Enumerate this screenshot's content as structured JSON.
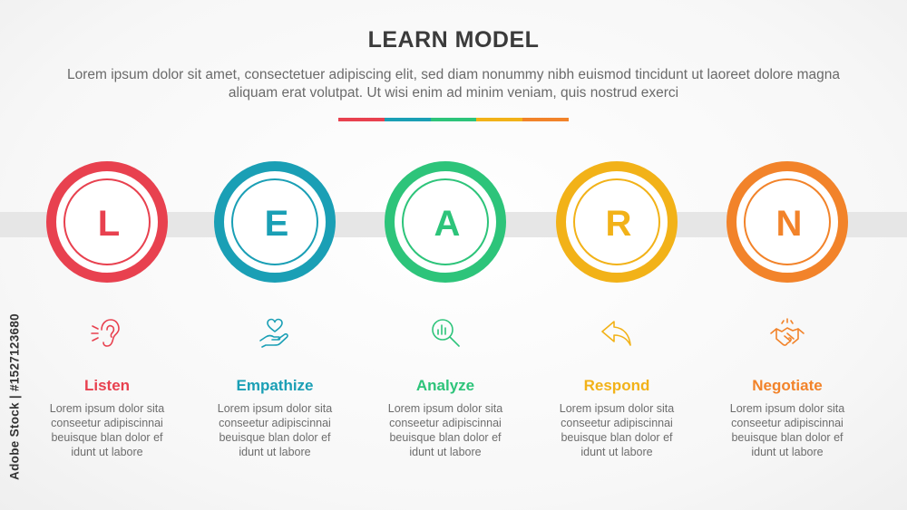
{
  "header": {
    "title": "LEARN MODEL",
    "subtitle": "Lorem ipsum dolor sit amet, consectetuer adipiscing elit, sed diam nonummy nibh euismod tincidunt ut laoreet dolore magna aliquam erat volutpat. Ut wisi enim ad minim veniam, quis nostrud exerci"
  },
  "accent_colors": [
    "#e8414f",
    "#1a9fb5",
    "#2dc47a",
    "#f2b218",
    "#f2832a"
  ],
  "steps": [
    {
      "letter": "L",
      "title": "Listen",
      "color": "#e8414f",
      "icon": "ear-icon",
      "desc": [
        "Lorem ipsum dolor sita",
        "conseetur adipiscinnai",
        "beuisque blan dolor ef",
        "idunt ut labore"
      ]
    },
    {
      "letter": "E",
      "title": "Empathize",
      "color": "#1a9fb5",
      "icon": "heart-hand-icon",
      "desc": [
        "Lorem ipsum dolor sita",
        "conseetur adipiscinnai",
        "beuisque blan dolor ef",
        "idunt ut labore"
      ]
    },
    {
      "letter": "A",
      "title": "Analyze",
      "color": "#2dc47a",
      "icon": "magnifier-chart-icon",
      "desc": [
        "Lorem ipsum dolor sita",
        "conseetur adipiscinnai",
        "beuisque blan dolor ef",
        "idunt ut labore"
      ]
    },
    {
      "letter": "R",
      "title": "Respond",
      "color": "#f2b218",
      "icon": "reply-arrow-icon",
      "desc": [
        "Lorem ipsum dolor sita",
        "conseetur adipiscinnai",
        "beuisque blan dolor ef",
        "idunt ut labore"
      ]
    },
    {
      "letter": "N",
      "title": "Negotiate",
      "color": "#f2832a",
      "icon": "handshake-icon",
      "desc": [
        "Lorem ipsum dolor sita",
        "conseetur adipiscinnai",
        "beuisque blan dolor ef",
        "idunt ut labore"
      ]
    }
  ],
  "watermark": {
    "text": "Adobe Stock | #1527123680"
  }
}
